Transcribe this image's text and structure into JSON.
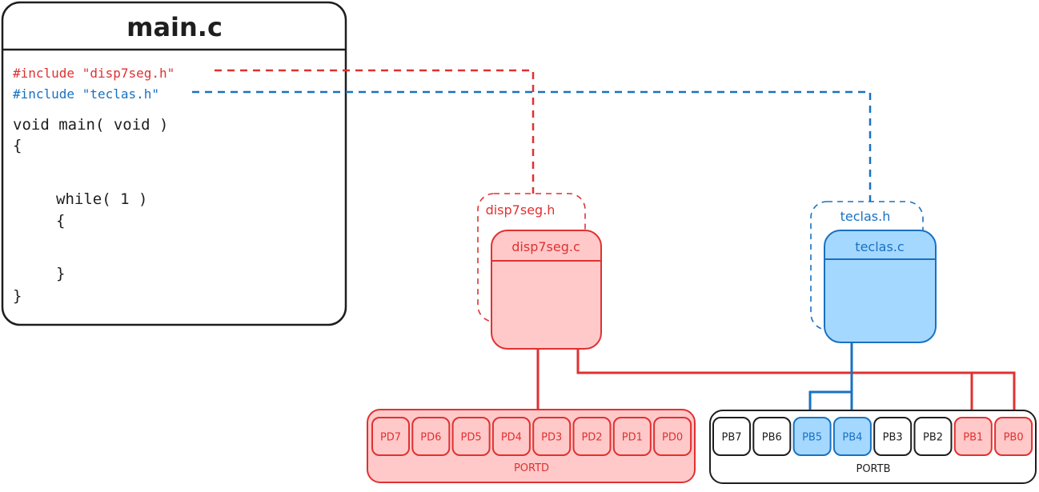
{
  "colors": {
    "red": "#e03131",
    "red_fill": "#ffc9c9",
    "blue": "#1971c2",
    "blue_fill": "#a5d8ff",
    "black": "#1e1e1e"
  },
  "main_file": {
    "title": "main.c",
    "include_1": "#include \"disp7seg.h\"",
    "include_2": "#include \"teclas.h\"",
    "code_lines": [
      "void main( void )",
      "{",
      "while( 1 )",
      "{",
      "}",
      "}"
    ]
  },
  "disp7seg": {
    "header_label": "disp7seg.h",
    "source_label": "disp7seg.c"
  },
  "teclas": {
    "header_label": "teclas.h",
    "source_label": "teclas.c"
  },
  "portd": {
    "label": "PORTD",
    "pins": [
      "PD7",
      "PD6",
      "PD5",
      "PD4",
      "PD3",
      "PD2",
      "PD1",
      "PD0"
    ]
  },
  "portb": {
    "label": "PORTB",
    "pins": [
      {
        "name": "PB7",
        "owner": "none"
      },
      {
        "name": "PB6",
        "owner": "none"
      },
      {
        "name": "PB5",
        "owner": "teclas"
      },
      {
        "name": "PB4",
        "owner": "teclas"
      },
      {
        "name": "PB3",
        "owner": "none"
      },
      {
        "name": "PB2",
        "owner": "none"
      },
      {
        "name": "PB1",
        "owner": "disp7seg"
      },
      {
        "name": "PB0",
        "owner": "disp7seg"
      }
    ]
  }
}
